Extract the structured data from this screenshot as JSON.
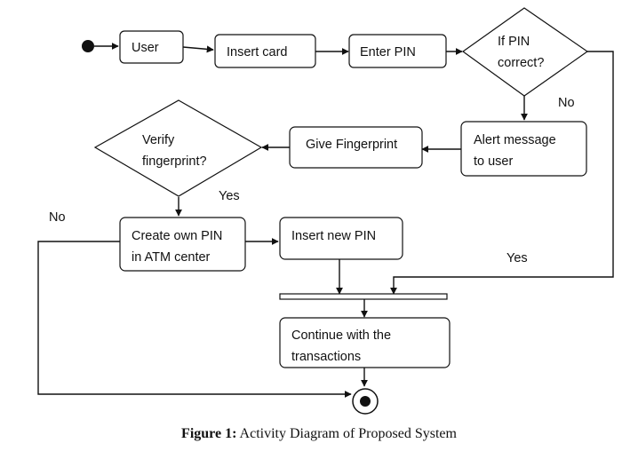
{
  "nodes": {
    "user": "User",
    "insert_card": "Insert card",
    "enter_pin": "Enter PIN",
    "if_pin_correct": [
      "If PIN",
      "correct?"
    ],
    "alert_message": [
      "Alert message",
      "to user"
    ],
    "give_fingerprint": "Give Fingerprint",
    "verify_fingerprint": [
      "Verify",
      "fingerprint?"
    ],
    "create_own_pin": [
      "Create own PIN",
      "in ATM center"
    ],
    "insert_new_pin": "Insert new PIN",
    "continue_transactions": [
      "Continue with the",
      "transactions"
    ]
  },
  "edge_labels": {
    "pin_no": "No",
    "pin_yes": "Yes",
    "fingerprint_yes": "Yes",
    "fingerprint_no": "No"
  },
  "caption": {
    "label": "Figure 1:",
    "text": "Activity Diagram of Proposed System"
  }
}
